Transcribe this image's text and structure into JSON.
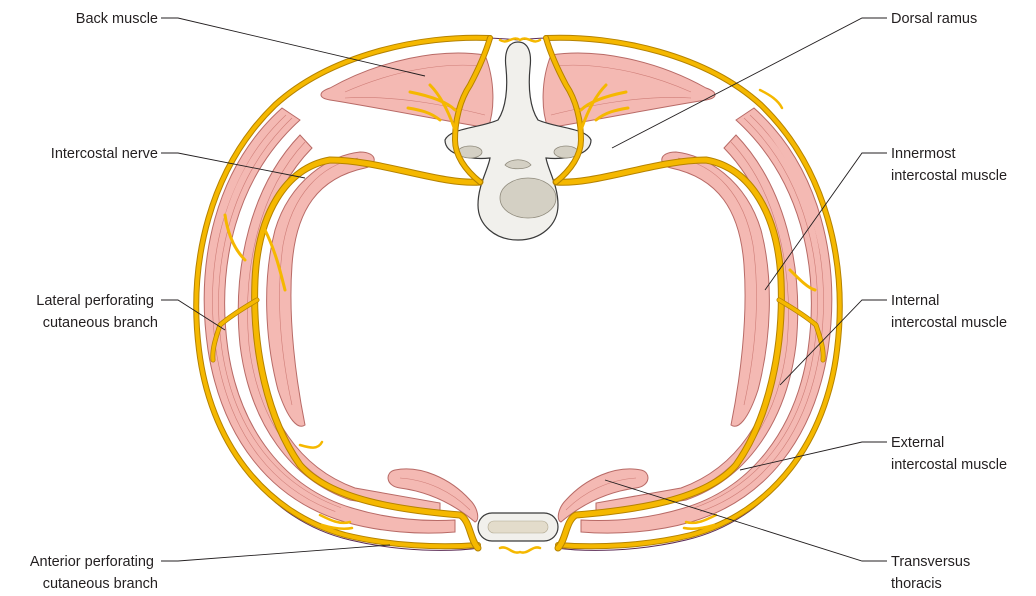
{
  "labels": {
    "back_muscle": [
      "Back muscle"
    ],
    "dorsal_ramus": [
      "Dorsal ramus"
    ],
    "intercostal_nerve": [
      "Intercostal nerve"
    ],
    "innermost_intercostal_muscle": [
      "Innermost",
      "intercostal muscle"
    ],
    "lateral_perforating_cutaneous_branch": [
      "Lateral perforating",
      "cutaneous branch"
    ],
    "internal_intercostal_muscle": [
      "Internal",
      "intercostal muscle"
    ],
    "external_intercostal_muscle": [
      "External",
      "intercostal muscle"
    ],
    "anterior_perforating_cutaneous_branch": [
      "Anterior perforating",
      "cutaneous branch"
    ],
    "transversus_thoracis": [
      "Transversus",
      "thoracis"
    ]
  },
  "colors": {
    "muscle": "#f4b9b3",
    "nerve": "#f5b800",
    "bone": "#f1f0ec",
    "bone_shade": "#d4d0c4"
  }
}
